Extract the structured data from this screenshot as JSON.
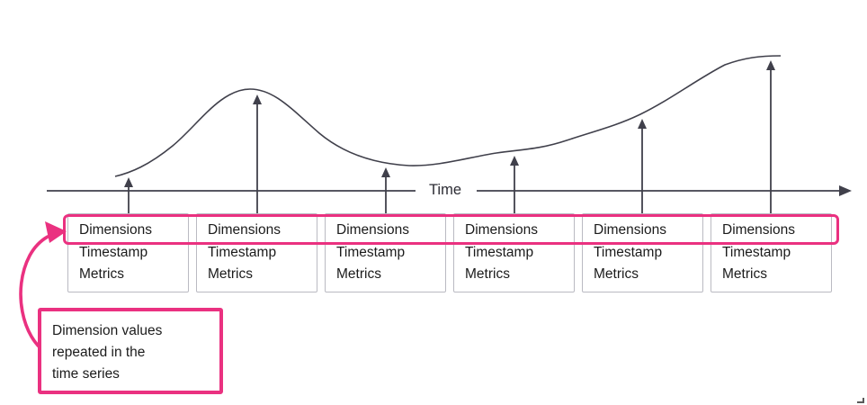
{
  "colors": {
    "accent_pink": "#EA3180",
    "line_dark": "#40404B",
    "box_border": "#BABAC2",
    "text": "#1B1B1B"
  },
  "axis": {
    "label": "Time"
  },
  "record_boxes": [
    {
      "dimensions": "Dimensions",
      "timestamp": "Timestamp",
      "metrics": "Metrics"
    },
    {
      "dimensions": "Dimensions",
      "timestamp": "Timestamp",
      "metrics": "Metrics"
    },
    {
      "dimensions": "Dimensions",
      "timestamp": "Timestamp",
      "metrics": "Metrics"
    },
    {
      "dimensions": "Dimensions",
      "timestamp": "Timestamp",
      "metrics": "Metrics"
    },
    {
      "dimensions": "Dimensions",
      "timestamp": "Timestamp",
      "metrics": "Metrics"
    },
    {
      "dimensions": "Dimensions",
      "timestamp": "Timestamp",
      "metrics": "Metrics"
    }
  ],
  "callout": {
    "lines": [
      "Dimension values",
      "repeated in the",
      "time series"
    ]
  }
}
